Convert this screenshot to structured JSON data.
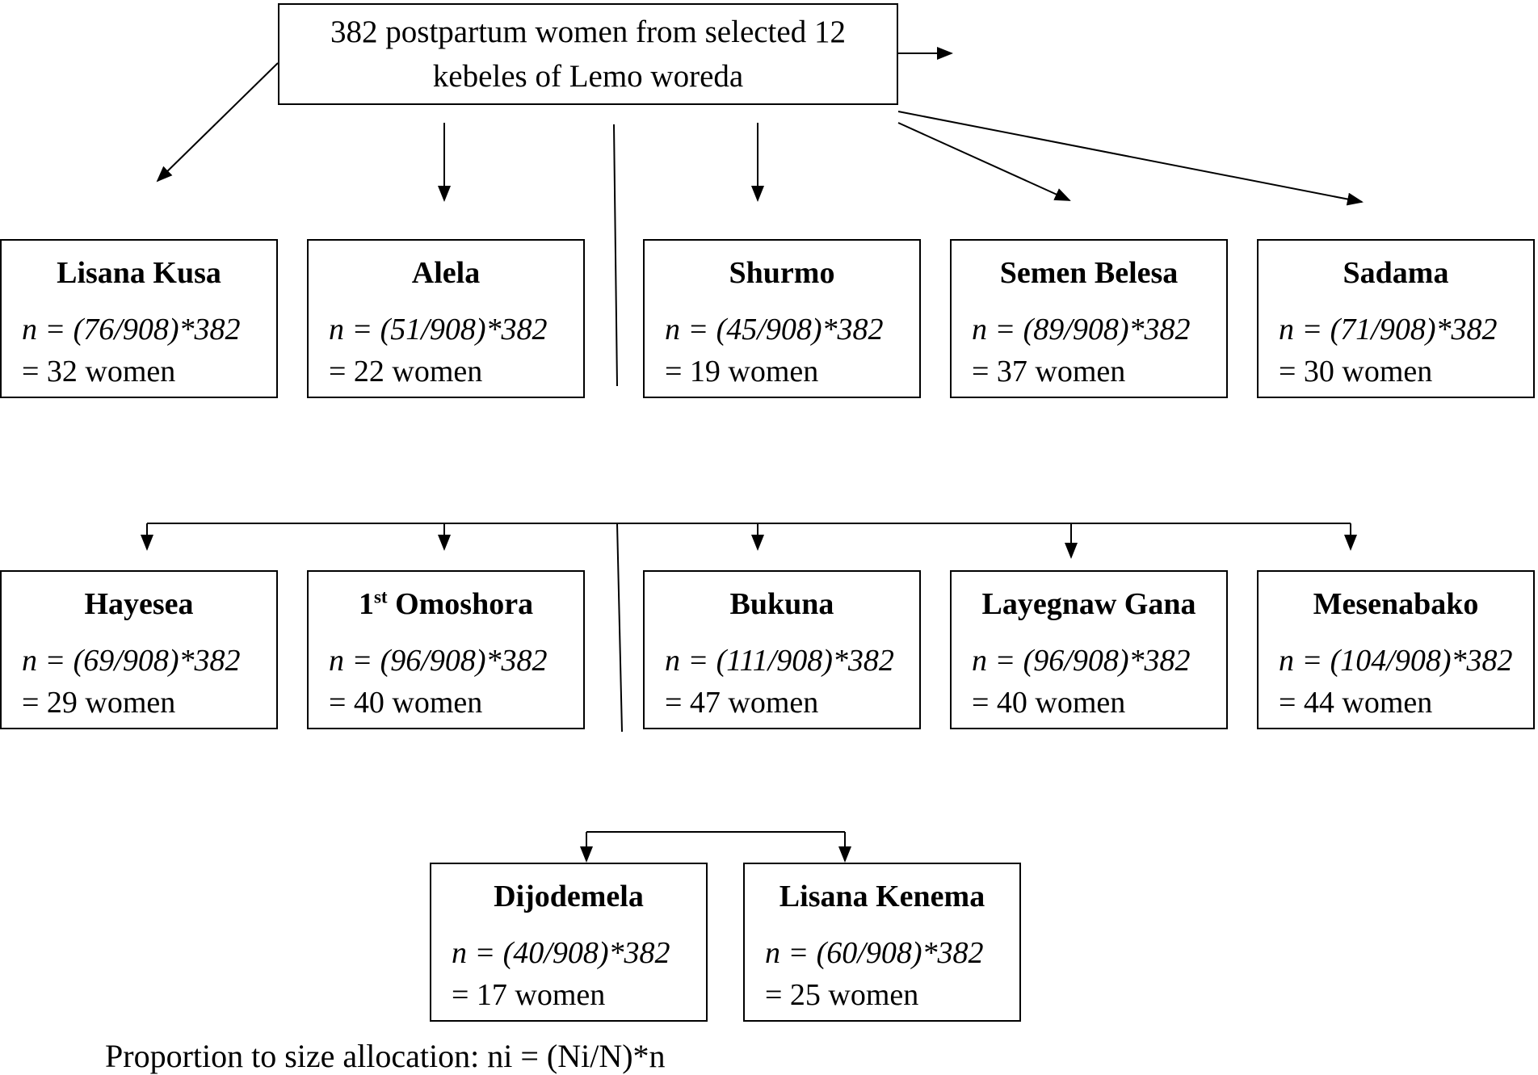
{
  "top": {
    "line1": "382 postpartum women from selected 12",
    "line2": "kebeles of Lemo woreda"
  },
  "kebeles": [
    {
      "name": "Lisana Kusa",
      "formula": "n = (76/908)*382",
      "result": "= 32 women"
    },
    {
      "name": "Alela",
      "formula": "n = (51/908)*382",
      "result": "= 22 women"
    },
    {
      "name": "Shurmo",
      "formula": "n = (45/908)*382",
      "result": "= 19 women"
    },
    {
      "name": "Semen Belesa",
      "formula": "n = (89/908)*382",
      "result": "= 37 women"
    },
    {
      "name": "Sadama",
      "formula": "n = (71/908)*382",
      "result": "= 30 women"
    },
    {
      "name": "Hayesea",
      "formula": "n = (69/908)*382",
      "result": "= 29 women"
    },
    {
      "name_number": "1",
      "name_sup": "st",
      "name_rest": " Omoshora",
      "formula": "n = (96/908)*382",
      "result": "= 40 women"
    },
    {
      "name": "Bukuna",
      "formula": "n = (111/908)*382",
      "result": "= 47 women"
    },
    {
      "name": "Layegnaw Gana",
      "formula": "n = (96/908)*382",
      "result": "= 40 women"
    },
    {
      "name": "Mesenabako",
      "formula": "n = (104/908)*382",
      "result": "= 44 women"
    },
    {
      "name": "Dijodemela",
      "formula": "n = (40/908)*382",
      "result": "= 17 women"
    },
    {
      "name": "Lisana Kenema",
      "formula": "n = (60/908)*382",
      "result": "= 25 women"
    }
  ],
  "caption": "Proportion to size allocation: ni = (Ni/N)*n"
}
